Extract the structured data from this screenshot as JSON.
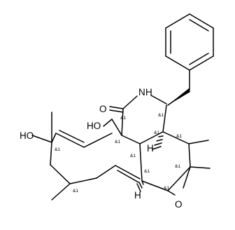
{
  "atom_labels": {
    "o_carbonyl": "O",
    "nh": "N",
    "nh_h": "H",
    "ho_left": "HO",
    "ho_center": "HO",
    "h_upper": "H",
    "h_lower": "H",
    "o_epoxide": "O"
  },
  "stereo_label": "&1"
}
